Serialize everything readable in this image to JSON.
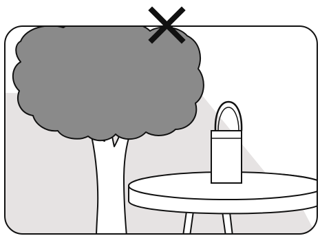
{
  "scene": {
    "frame": {
      "icon": "rounded-frame"
    },
    "light_cone": {
      "icon": "light-beam"
    },
    "tree": {
      "icon": "tree-icon"
    },
    "lantern": {
      "icon": "lantern-icon"
    },
    "table": {
      "icon": "table-icon"
    },
    "forbidden_mark": {
      "icon": "x-mark-icon",
      "meaning": "not allowed"
    }
  },
  "colors": {
    "foliage": "#8a8a8a",
    "light": "#e6e3e3",
    "outline": "#111111",
    "background": "#ffffff"
  }
}
